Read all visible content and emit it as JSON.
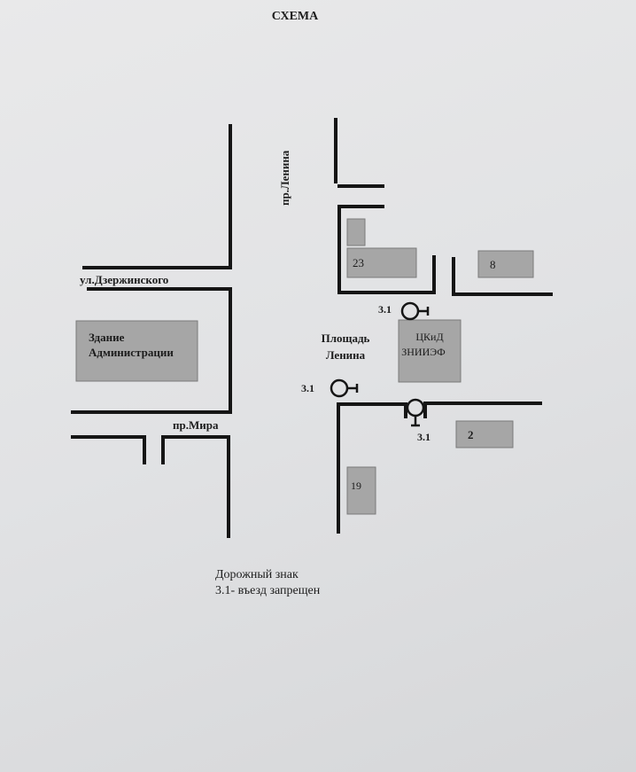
{
  "title": "СХЕМА",
  "streets": {
    "dzerzhinskogo": "ул.Дзержинского",
    "lenina": "пр.Ленина",
    "mira": "пр.Мира"
  },
  "square": {
    "line1": "Площадь",
    "line2": "Ленина"
  },
  "buildings": {
    "admin_line1": "Здание",
    "admin_line2": "Администрации",
    "b23": "23",
    "b8": "8",
    "ckid_line1": "ЦКиД",
    "ckid_line2": "ЗНИИЭФ",
    "b2": "2",
    "b19": "19"
  },
  "signs": {
    "top": "3.1",
    "left": "3.1",
    "bottom": "3.1"
  },
  "legend": {
    "line1": "Дорожный знак",
    "line2": "3.1- въезд запрещен"
  }
}
